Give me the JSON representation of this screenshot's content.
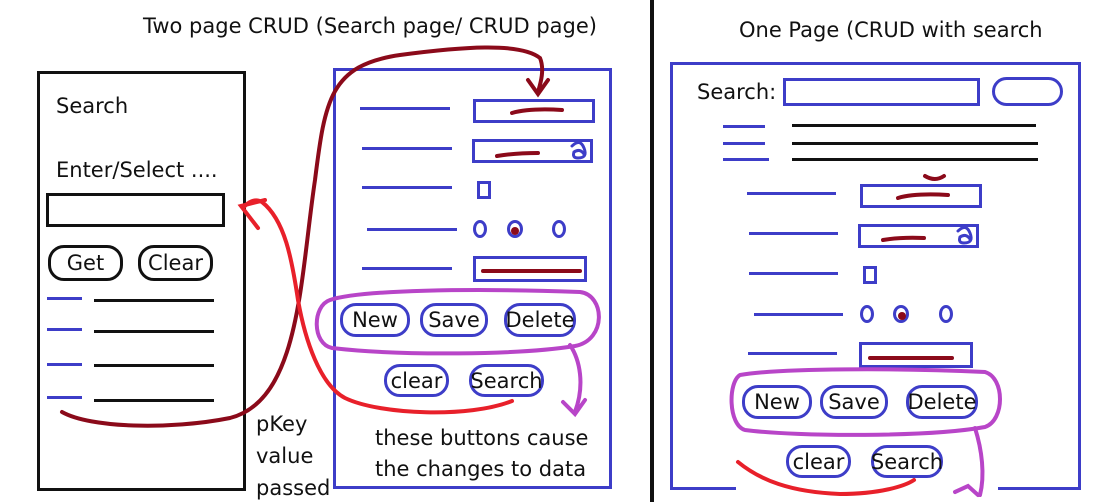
{
  "left_title": "Two page CRUD (Search page/ CRUD page)",
  "right_title": "One Page (CRUD with search",
  "search_page": {
    "heading": "Search",
    "prompt": "Enter/Select ....",
    "get_label": "Get",
    "clear_label": "Clear"
  },
  "crud_page": {
    "new_label": "New",
    "save_label": "Save",
    "delete_label": "Delete",
    "clear_label": "clear",
    "search_label": "Search",
    "note_line1": "these buttons cause",
    "note_line2": "the changes to data"
  },
  "pkey_note": [
    "pKey",
    "value",
    "passed"
  ],
  "one_page": {
    "search_label": "Search:",
    "new_label": "New",
    "save_label": "Save",
    "delete_label": "Delete",
    "clear_label": "clear",
    "search_button_label": "Search"
  },
  "colors": {
    "wireframe_blue": "#3d3dc8",
    "value_darkred": "#8b0a1a",
    "arrow_red": "#e8202a",
    "group_purple": "#b845c8"
  }
}
